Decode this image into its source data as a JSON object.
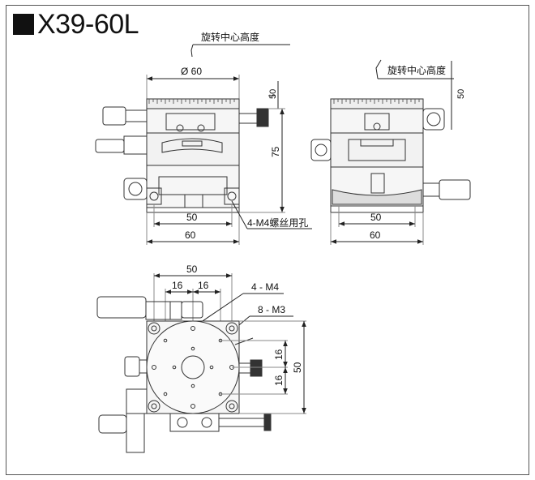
{
  "title": "X39-60L",
  "labels": {
    "rotation_center_height": "旋转中心高度",
    "diameter": "Ø 60",
    "thread_holes": "4-M4螺丝用孔",
    "m4_holes": "4 - M4",
    "m3_holes": "8 - M3"
  },
  "dimensions": {
    "front": {
      "d50_top": "50",
      "d75": "75",
      "d50_bottom": "50",
      "d60": "60"
    },
    "side": {
      "d50_right": "50",
      "d50_bottom": "50",
      "d60": "60"
    },
    "top": {
      "d50_top": "50",
      "d16_left": "16",
      "d16_right": "16",
      "d16_upper": "16",
      "d16_lower": "16",
      "d50_right": "50"
    }
  }
}
